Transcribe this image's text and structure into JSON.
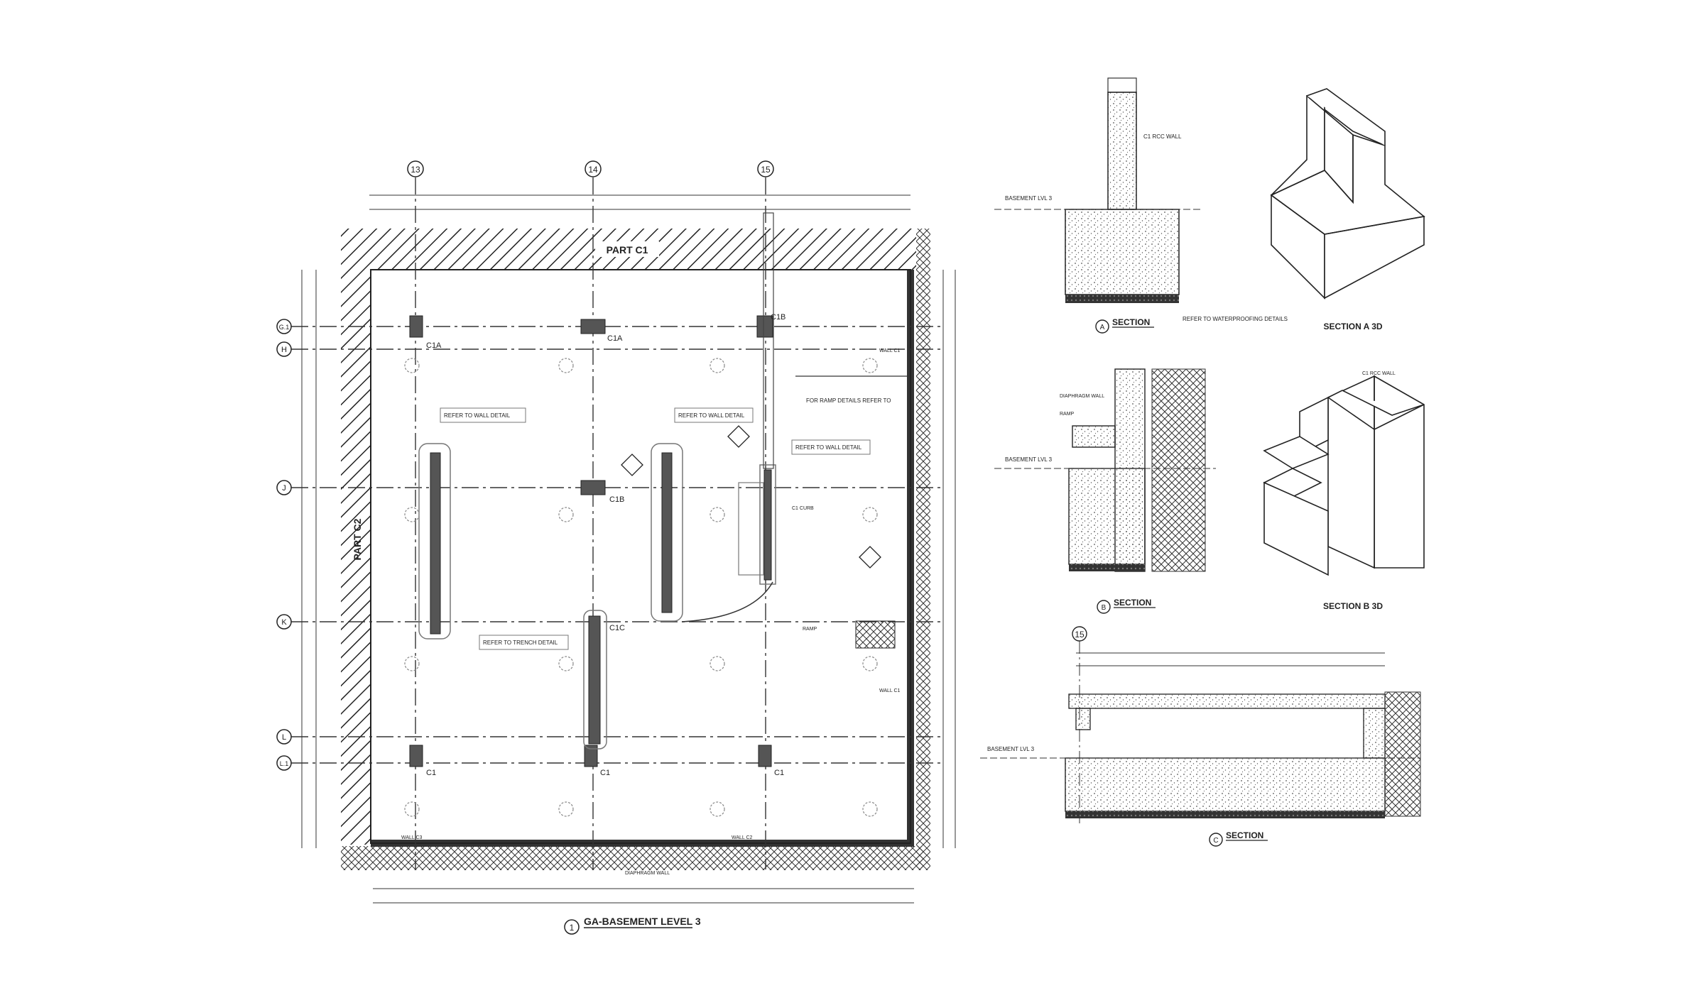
{
  "plan": {
    "title": "GA-BASEMENT LEVEL 3",
    "number": "1",
    "part_top": "PART C1",
    "part_left": "PART C2",
    "grid_columns": [
      "13",
      "14",
      "15"
    ],
    "grid_rows": [
      "G.1",
      "H",
      "J",
      "K",
      "L",
      "L.1"
    ],
    "columns": [
      "C1A",
      "C1A",
      "C1B",
      "C1B",
      "C1C",
      "C1",
      "C1",
      "C1"
    ],
    "labels": {
      "ramp": "RAMP",
      "diaphragm_wall": "DIAPHRAGM WALL",
      "wall_c1": "WALL C1",
      "wall_c2": "WALL C2",
      "wall_c3": "WALL C3",
      "c1_curb": "C1 CURB",
      "wall_detail_1": "REFER TO WALL DETAIL",
      "wall_detail_2": "REFER TO WALL DETAIL",
      "wall_detail_3": "REFER TO WALL DETAIL",
      "trench_detail": "REFER TO TRENCH DETAIL",
      "ramp_details": "FOR RAMP DETAILS REFER TO"
    }
  },
  "sections": {
    "a": {
      "letter": "A",
      "title": "SECTION",
      "label_3d": "SECTION A 3D",
      "wall": "C1 RCC WALL",
      "level": "BASEMENT LVL 3",
      "waterproof": "REFER TO WATERPROOFING DETAILS"
    },
    "b": {
      "letter": "B",
      "title": "SECTION",
      "label_3d": "SECTION B 3D",
      "wall": "C1 RCC WALL",
      "dwall": "DIAPHRAGM WALL",
      "ramp": "RAMP",
      "level": "BASEMENT LVL 3"
    },
    "c": {
      "letter": "C",
      "title": "SECTION",
      "grid": "15",
      "level": "BASEMENT LVL 3"
    }
  }
}
